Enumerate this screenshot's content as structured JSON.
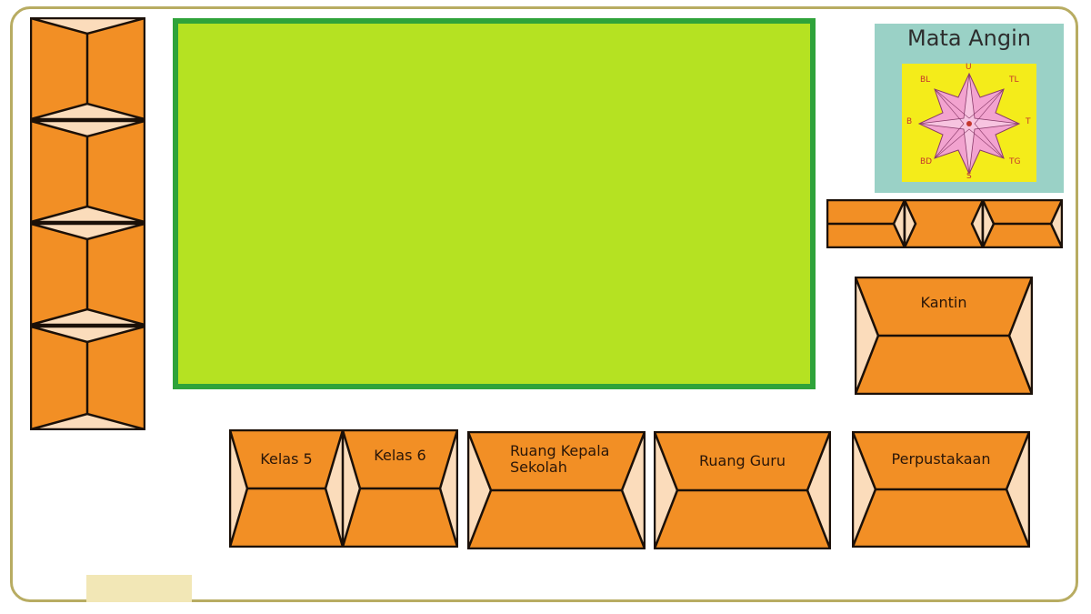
{
  "map": {
    "rooms": {
      "kantin": "Kantin",
      "kelas5": "Kelas 5",
      "kelas6": "Kelas 6",
      "ruang_kepala_sekolah": "Ruang Kepala Sekolah",
      "ruang_guru": "Ruang Guru",
      "perpustakaan": "Perpustakaan"
    },
    "compass": {
      "title": "Mata Angin",
      "directions": {
        "n": "U",
        "s": "S",
        "e": "T",
        "w": "B",
        "ne": "TL",
        "nw": "BL",
        "se": "TG",
        "sw": "BD"
      }
    }
  },
  "colors": {
    "roof_front": "#f28f25",
    "roof_side": "#fbdcbb",
    "roof_line": "#1b1008",
    "field": "#b5e222",
    "field_border": "#2fa33a",
    "compass_bg": "#9ad1c6",
    "compass_board": "#f4ec1a",
    "star": "#f2a3cf",
    "frame": "#b8ac62"
  }
}
